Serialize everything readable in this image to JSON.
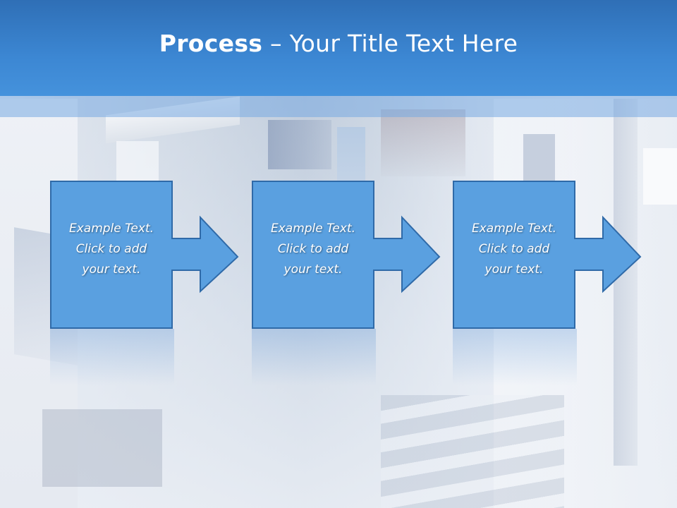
{
  "slide": {
    "title_strong": "Process",
    "title_rest": " – Your Title Text Here"
  },
  "steps": [
    {
      "line1": "Example Text.",
      "line2": "Click  to add",
      "line3": "your text."
    },
    {
      "line1": "Example Text.",
      "line2": "Click  to add",
      "line3": "your text."
    },
    {
      "line1": "Example Text.",
      "line2": "Click  to add",
      "line3": "your text."
    }
  ],
  "colors": {
    "title_bar": "#3c87d3",
    "step_fill": "#5aa0e0",
    "step_border": "#2f6aa8",
    "text": "#ffffff"
  },
  "icons": [
    "right-arrow-icon"
  ]
}
